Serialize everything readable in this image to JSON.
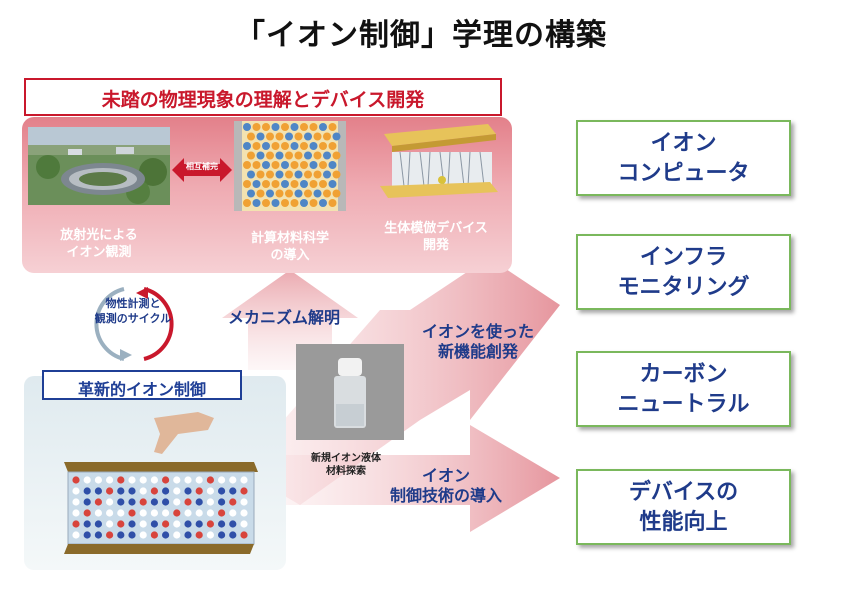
{
  "title": "「イオン制御」学理の構築",
  "subtitle": "未踏の物理現象の理解とデバイス開発",
  "mutual_label": "相互補完",
  "top_captions": [
    {
      "line1": "放射光による",
      "line2": "イオン観測"
    },
    {
      "line1": "計算材料科学",
      "line2": "の導入"
    },
    {
      "line1": "生体模倣デバイス",
      "line2": "開発"
    }
  ],
  "cycle_label": {
    "line1": "物性計測と",
    "line2": "観測のサイクル"
  },
  "mechanism_label": "メカニズム解明",
  "innovation_label": "革新的イオン制御",
  "vial_caption": {
    "line1": "新規イオン液体",
    "line2": "材料探索"
  },
  "arrow_upper": {
    "line1": "イオンを使った",
    "line2": "新機能創発"
  },
  "arrow_lower": {
    "line1": "イオン",
    "line2": "制御技術の導入"
  },
  "goals": [
    {
      "line1": "イオン",
      "line2": "コンピュータ"
    },
    {
      "line1": "インフラ",
      "line2": "モニタリング"
    },
    {
      "line1": "カーボン",
      "line2": "ニュートラル"
    },
    {
      "line1": "デバイスの",
      "line2": "性能向上"
    }
  ],
  "colors": {
    "red_accent": "#c9182c",
    "navy_text": "#1f3b8a",
    "goal_border": "#7ab85c",
    "pink_panel": "#e9929a"
  }
}
